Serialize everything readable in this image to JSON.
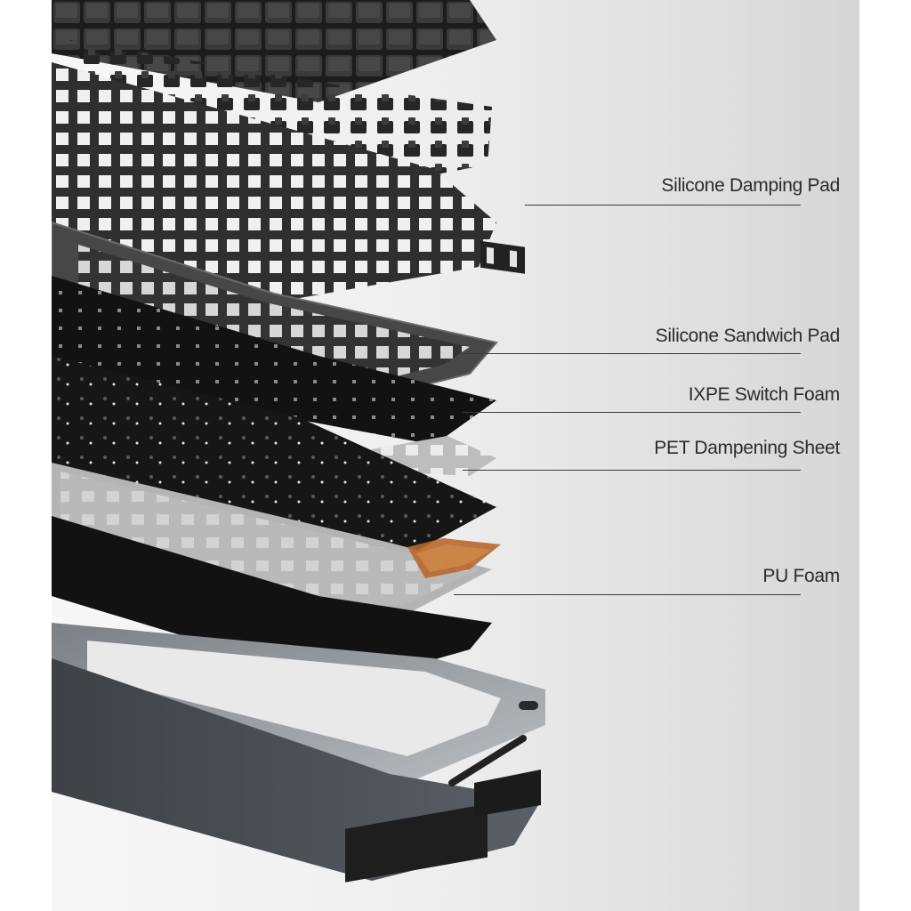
{
  "layers": [
    {
      "id": "silicone-damping-pad",
      "label": "Silicone Damping Pad"
    },
    {
      "id": "silicone-sandwich-pad",
      "label": "Silicone Sandwich Pad"
    },
    {
      "id": "ixpe-switch-foam",
      "label": "IXPE Switch Foam"
    },
    {
      "id": "pet-dampening-sheet",
      "label": "PET Dampening Sheet"
    },
    {
      "id": "pu-foam",
      "label": "PU Foam"
    }
  ],
  "colors": {
    "background_light": "#f4f4f4",
    "background_dark": "#d6d6d6",
    "keycap": "#2e2e2e",
    "plate": "#3b3b3b",
    "foam": "#111111",
    "pet_sheet": "#c9c9c9",
    "case": "#4a4d52",
    "flex_cable": "#b8672e"
  }
}
